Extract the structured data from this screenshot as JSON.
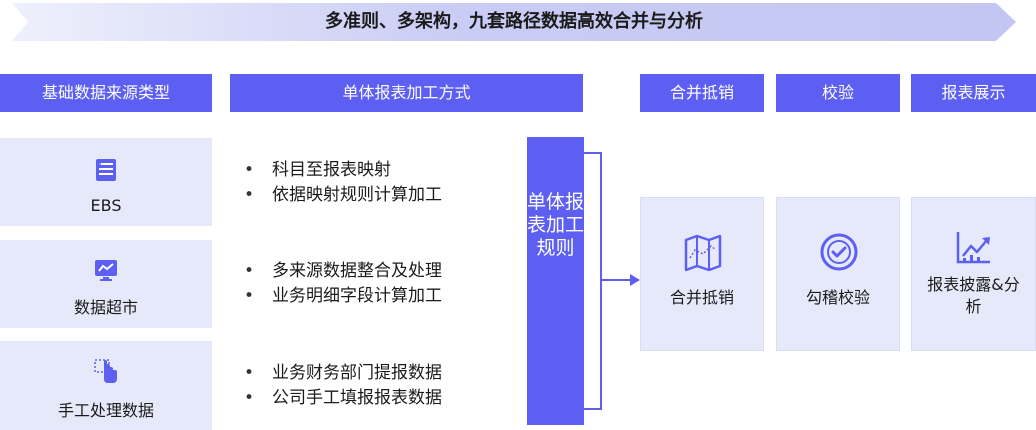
{
  "banner": {
    "title": "多准则、多架构，九套路径数据高效合并与分析"
  },
  "headers": {
    "source_types": "基础数据来源类型",
    "processing_method": "单体报表加工方式",
    "consolidation": "合并抵销",
    "validation": "校验",
    "presentation": "报表展示"
  },
  "sources": [
    {
      "label": "EBS",
      "icon": "server-list-icon"
    },
    {
      "label": "数据超市",
      "icon": "monitor-chart-icon"
    },
    {
      "label": "手工处理数据",
      "icon": "hand-pointer-icon"
    }
  ],
  "methods": [
    [
      "科目至报表映射",
      "依据映射规则计算加工"
    ],
    [
      "多来源数据整合及处理",
      "业务明细字段计算加工"
    ],
    [
      "业务财务部门提报数据",
      "公司手工填报报表数据"
    ]
  ],
  "rule_box": {
    "text": "单体报表加工规则"
  },
  "outputs": [
    {
      "label": "合并抵销",
      "icon": "map-icon"
    },
    {
      "label": "勾稽校验",
      "icon": "check-circle-icon"
    },
    {
      "label": "报表披露&分析",
      "icon": "trend-chart-icon"
    }
  ],
  "colors": {
    "accent": "#5d5ff2",
    "card": "#e6e9fa",
    "banner": "#c3c6f2"
  }
}
